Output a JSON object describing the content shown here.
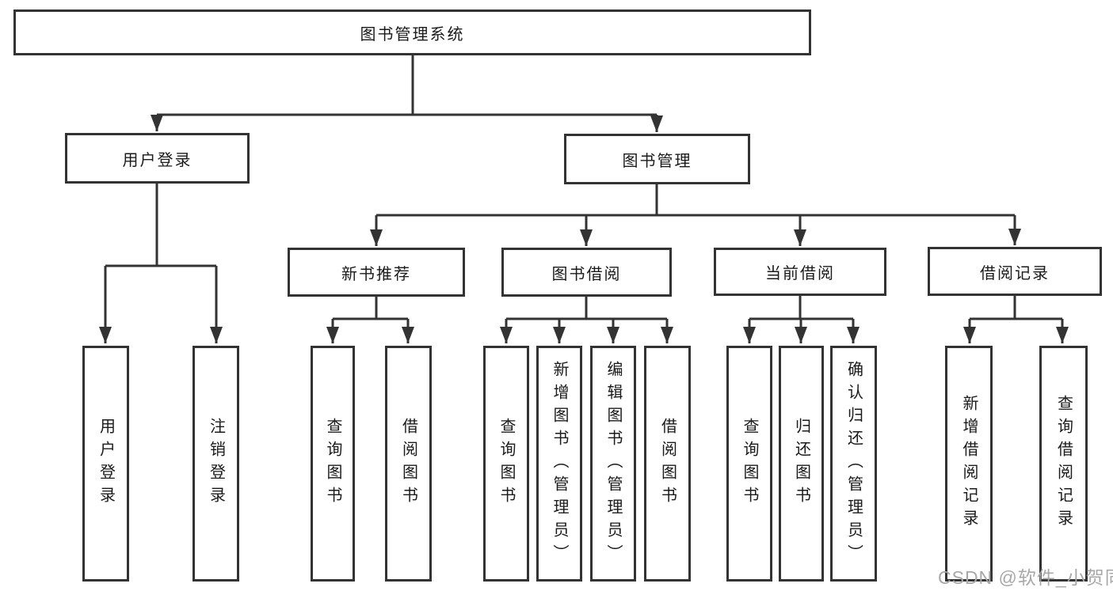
{
  "diagram": {
    "title_node": "图书管理系统",
    "level2": [
      "用户登录",
      "图书管理"
    ],
    "level3": [
      "新书推荐",
      "图书借阅",
      "当前借阅",
      "借阅记录"
    ],
    "leaves": {
      "login": [
        "用户登录",
        "注销登录"
      ],
      "recommend": [
        "查询图书",
        "借阅图书"
      ],
      "borrow": [
        "查询图书",
        "新增图书（管理员）",
        "编辑图书（管理员）",
        "借阅图书"
      ],
      "current": [
        "查询图书",
        "归还图书",
        "确认归还（管理员）"
      ],
      "records": [
        "新增借阅记录",
        "查询借阅记录"
      ]
    },
    "colors": {
      "line": "#333333",
      "text": "#1a1a1a",
      "background": "#ffffff",
      "watermark": "#a8a8a8"
    },
    "watermark": "CSDN @软件_小贺同学"
  }
}
